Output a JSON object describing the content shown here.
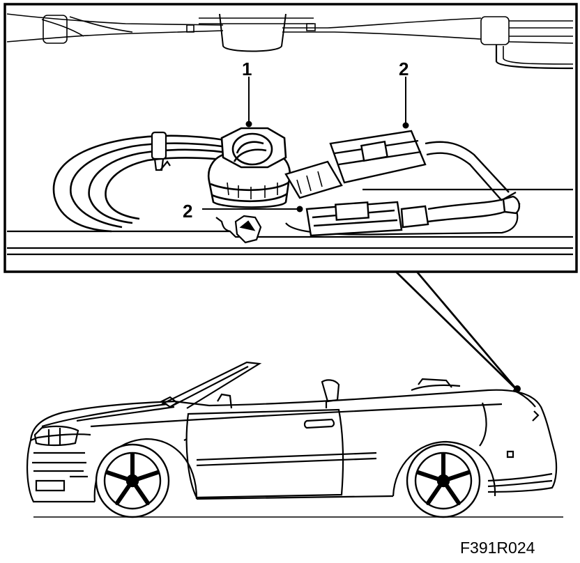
{
  "callouts": {
    "label_1": "1",
    "label_2_upper": "2",
    "label_2_lower": "2"
  },
  "figure_code": "F391R024",
  "colors": {
    "ink": "#000000",
    "paper": "#ffffff"
  }
}
